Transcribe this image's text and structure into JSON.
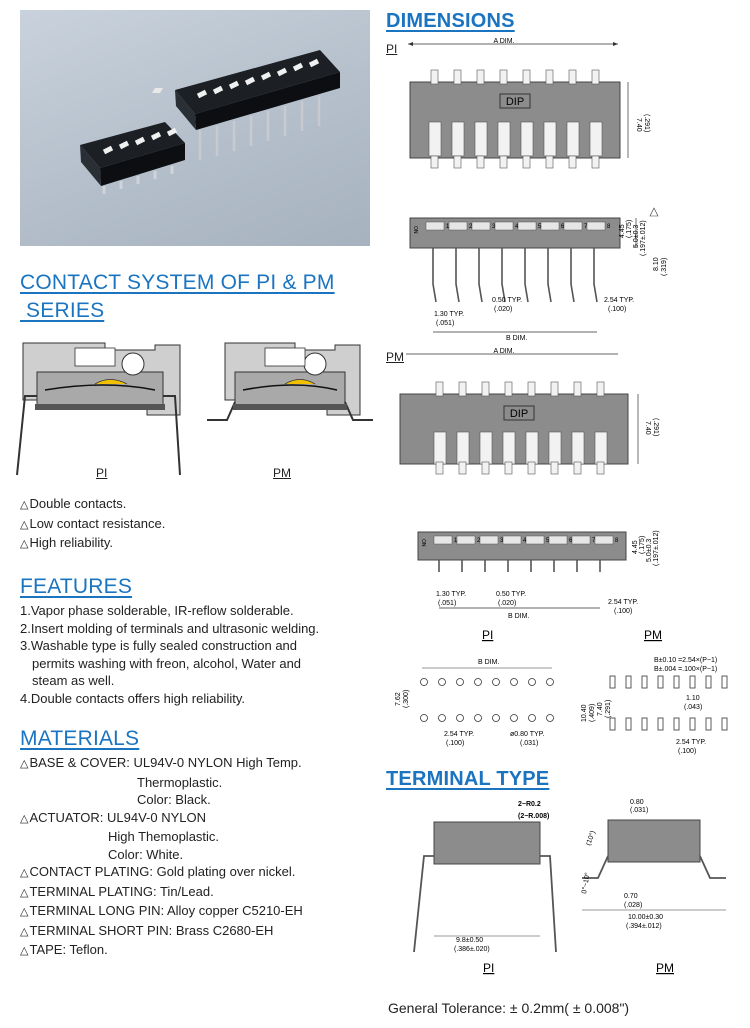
{
  "contact": {
    "title_line1": "CONTACT SYSTEM OF PI & PM",
    "title_line2": "SERIES",
    "label_pi": "PI",
    "label_pm": "PM",
    "bullets": [
      "Double contacts.",
      "Low contact resistance.",
      "High reliability."
    ]
  },
  "features": {
    "title": "FEATURES",
    "items": [
      "1.Vapor phase solderable, IR-reflow solderable.",
      "2.Insert molding of terminals and ultrasonic welding.",
      "3.Washable type is fully sealed construction and",
      "permits washing with freon, alcohol, Water and",
      "steam as well.",
      "4.Double contacts offers high reliability."
    ]
  },
  "materials": {
    "title": "MATERIALS",
    "lines": [
      "BASE & COVER: UL94V-0 NYLON High Temp.",
      "Thermoplastic.",
      "Color: Black.",
      "ACTUATOR: UL94V-0 NYLON",
      "High Themoplastic.",
      "Color: White.",
      "CONTACT PLATING: Gold plating over nickel.",
      "TERMINAL PLATING: Tin/Lead.",
      "TERMINAL LONG PIN: Alloy copper C5210-EH",
      "TERMINAL SHORT PIN: Brass C2680-EH",
      "TAPE: Teflon."
    ]
  },
  "dimensions": {
    "title": "DIMENSIONS",
    "pi_label": "PI",
    "pm_label": "PM",
    "a_dim": "A DIM.",
    "b_dim": "B DIM.",
    "dip": "DIP",
    "dim_740": "7.40",
    "dim_291": "(.291)",
    "dim_445": "4.45",
    "dim_175": "(.175)",
    "dim_50": "5.0±0.3",
    "dim_197": "(.197±.012)",
    "dim_810": "8.10",
    "dim_319": "(.319)",
    "dim_130": "1.30 TYP.",
    "dim_051": "(.051)",
    "dim_050": "0.50 TYP.",
    "dim_020": "(.020)",
    "dim_254": "2.54 TYP.",
    "dim_100": "(.100)",
    "dim_762": "7.62",
    "dim_300": "(.300)",
    "dim_080": "ø0.80 TYP.",
    "dim_031": "(.031)",
    "dim_bpm1": "B±0.10 =2.54×(P−1)",
    "dim_bpm2": "B±.004 =.100×(P−1)",
    "dim_110": "1.10",
    "dim_043": "(.043)",
    "dim_1040": "10.40",
    "dim_409": "(.409)",
    "dim_740b": "7.40",
    "dim_291b": "(.291)",
    "switch_numbers": [
      "1",
      "2",
      "3",
      "4",
      "5",
      "6",
      "7",
      "8"
    ],
    "on": "ON"
  },
  "terminal": {
    "title": "TERMINAL TYPE",
    "r02": "2−R0.2",
    "r008": "(2−R.008)",
    "w98": "9.8±0.50",
    "w386": "(.386±.020)",
    "d080": "0.80",
    "d031": "(.031)",
    "a10": "(10°)",
    "a0_10": "0°~10°",
    "d070": "0.70",
    "d028": "(.028)",
    "d1000": "10.00±0.30",
    "d394": "(.394±.012)",
    "label_pi": "PI",
    "label_pm": "PM"
  },
  "tolerance": "General Tolerance: ± 0.2mm( ± 0.008\")",
  "colors": {
    "accent": "#1b74c0",
    "body": "#8c8c8c"
  }
}
